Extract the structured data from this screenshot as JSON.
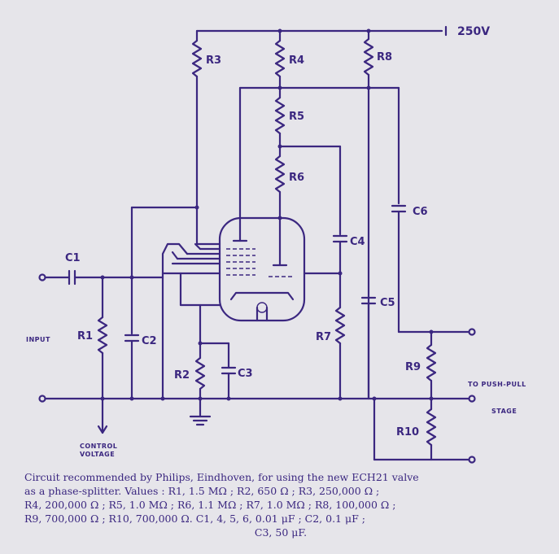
{
  "diagram": {
    "supply_label": "250V",
    "components": {
      "c1": "C1",
      "c2": "C2",
      "c3": "C3",
      "c4": "C4",
      "c5": "C5",
      "c6": "C6",
      "r1": "R1",
      "r2": "R2",
      "r3": "R3",
      "r4": "R4",
      "r5": "R5",
      "r6": "R6",
      "r7": "R7",
      "r8": "R8",
      "r9": "R9",
      "r10": "R10"
    },
    "input_label": "INPUT",
    "control_label_line1": "CONTROL",
    "control_label_line2": "VOLTAGE",
    "output_label_line1": "TO PUSH-PULL",
    "output_label_line2": "STAGE"
  },
  "caption": {
    "line1": "Circuit recommended by Philips, Eindhoven, for using the new ECH21 valve",
    "line2": "as a phase-splitter.  Values :  R1, 1.5 MΩ ;  R2, 650 Ω ;  R3, 250,000 Ω ;",
    "line3": "R4, 200,000 Ω ;  R5, 1.0 MΩ ;  R6, 1.1 MΩ ;  R7, 1.0 MΩ ;  R8, 100,000 Ω ;",
    "line4": "R9, 700,000 Ω ;   R10, 700,000 Ω.    C1, 4, 5, 6, 0.01 μF ;   C2,  0.1  μF ;",
    "line5": "C3,  50 μF."
  }
}
